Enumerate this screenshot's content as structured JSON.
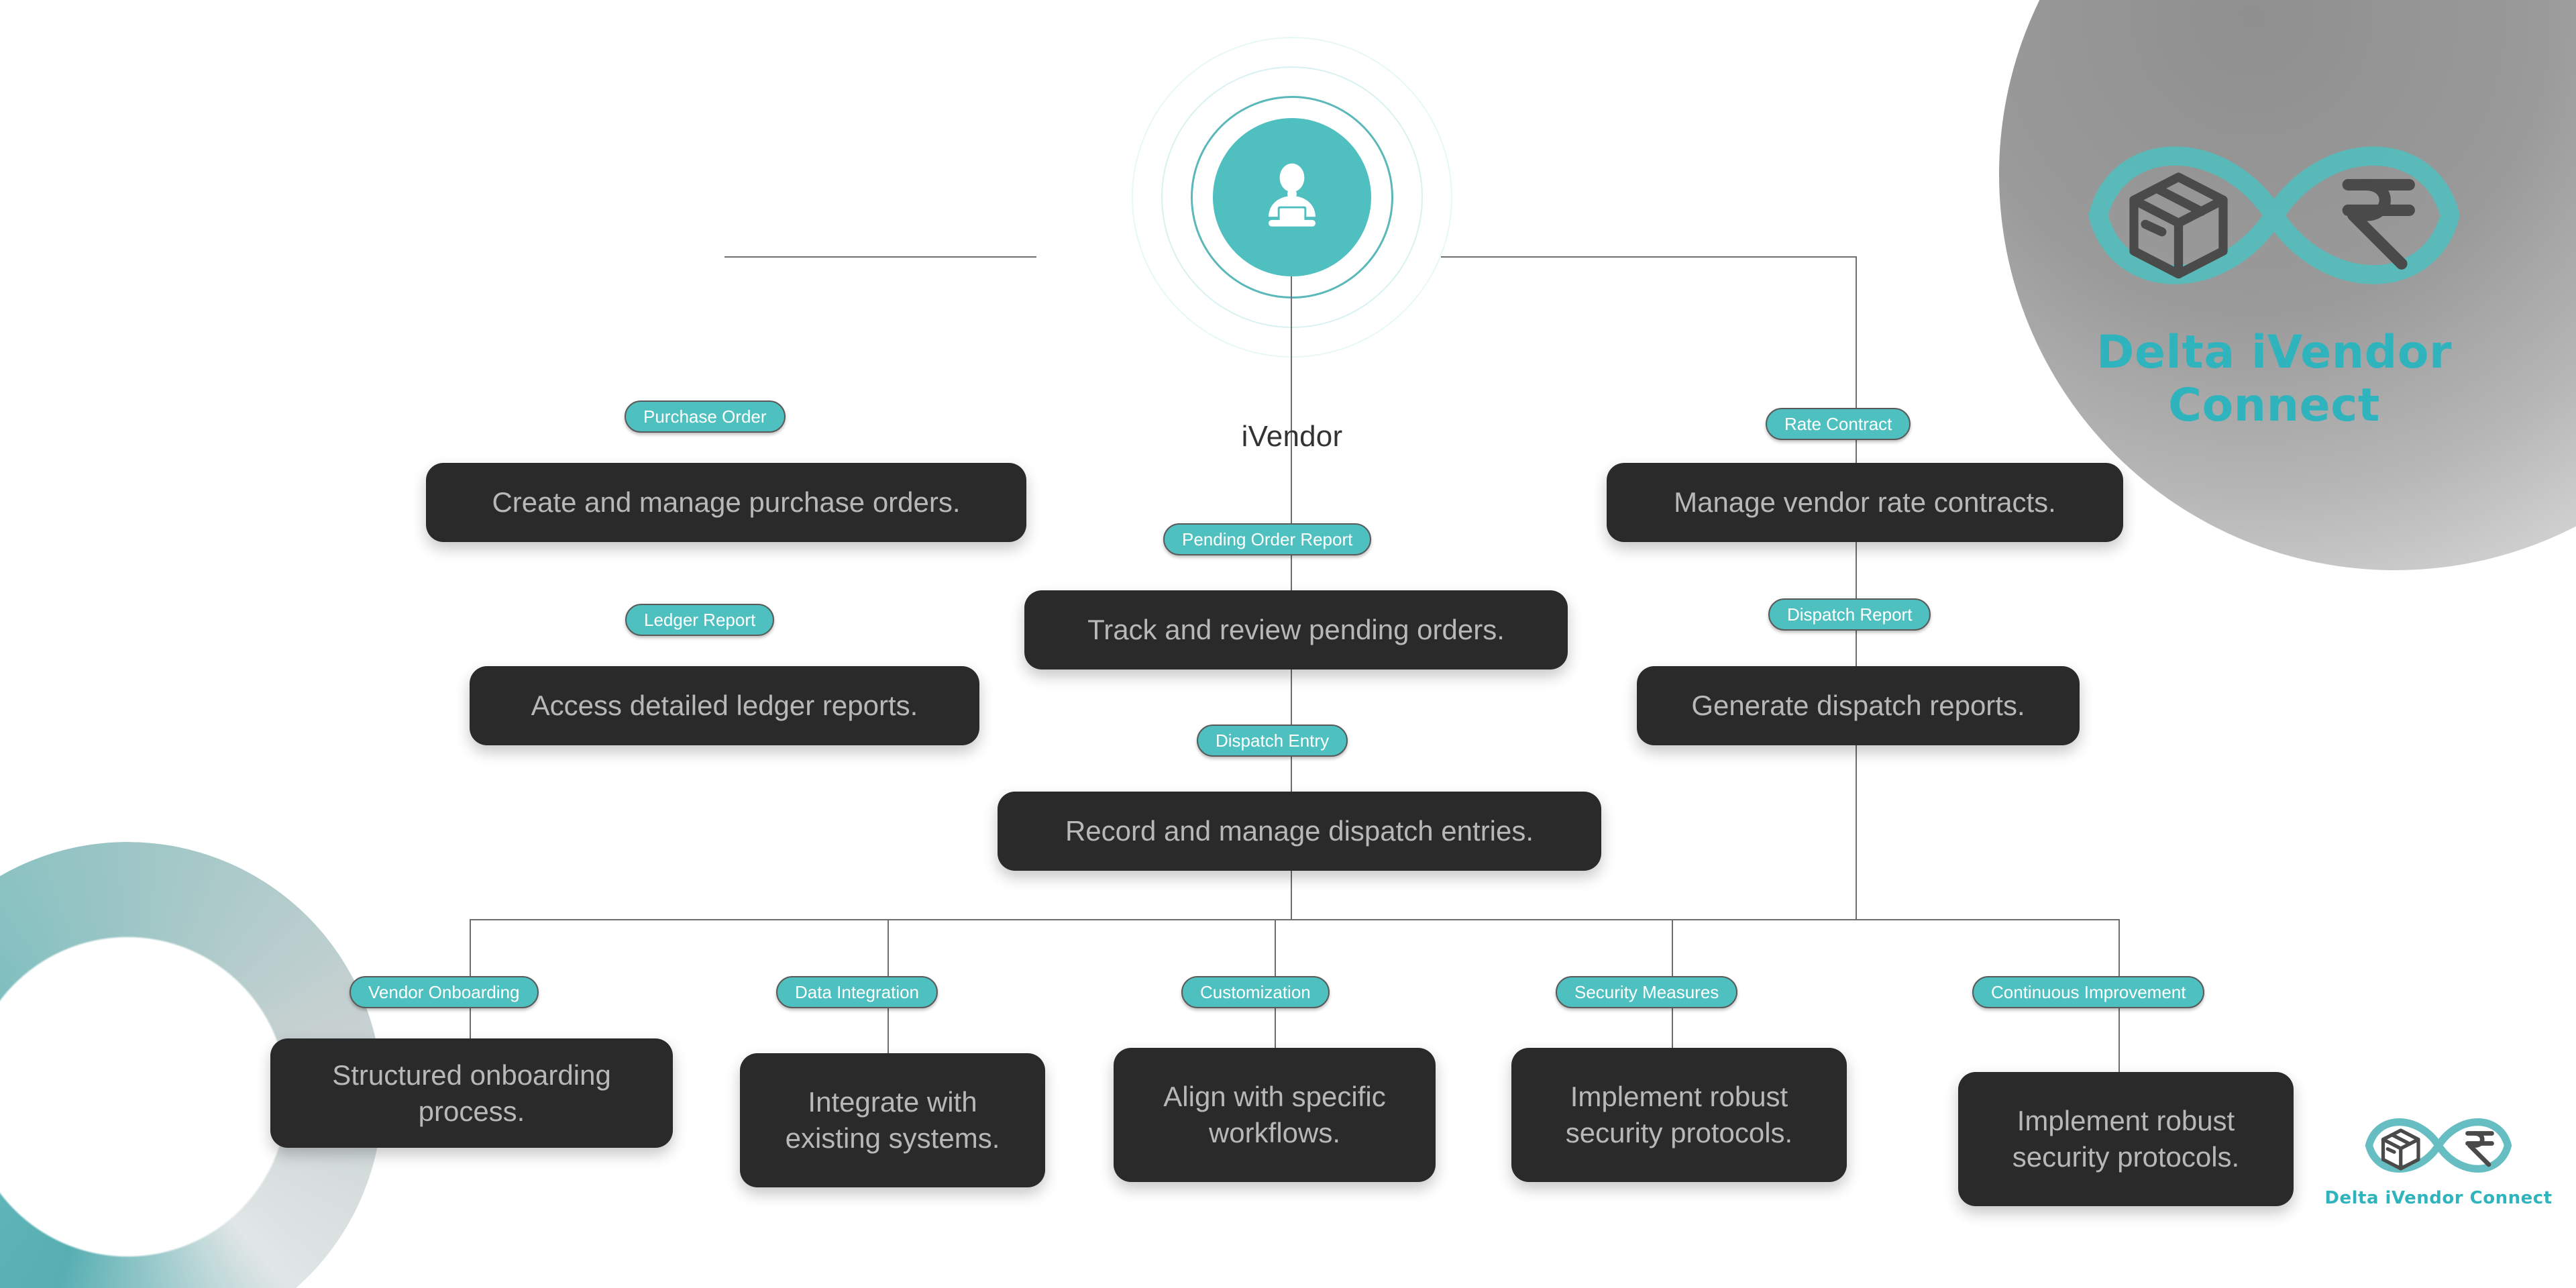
{
  "hub": {
    "title": "iVendor",
    "icon": "vendor-desk-icon",
    "color": "#4fbfc0"
  },
  "brand": {
    "name": "Delta iVendor Connect",
    "mark_icons": [
      "package-box-icon",
      "rupee-icon",
      "infinity-icon"
    ],
    "accent_color": "#2fb4bd"
  },
  "theme": {
    "pill_bg": "#4fc0c0",
    "card_bg": "#2a2a2a",
    "card_text": "#b8b8b8",
    "line": "#6e6e6e",
    "page_bg": "#ffffff"
  },
  "branches": {
    "left": [
      {
        "label": "Purchase Order",
        "description": "Create and manage purchase orders."
      },
      {
        "label": "Ledger Report",
        "description": "Access detailed ledger reports."
      }
    ],
    "center": [
      {
        "label": "Pending Order Report",
        "description": "Track and review pending orders."
      },
      {
        "label": "Dispatch Entry",
        "description": "Record and manage dispatch entries."
      }
    ],
    "right": [
      {
        "label": "Rate Contract",
        "description": "Manage vendor rate contracts."
      },
      {
        "label": "Dispatch Report",
        "description": "Generate dispatch reports."
      }
    ],
    "bottom": [
      {
        "label": "Vendor Onboarding",
        "description": "Structured onboarding process."
      },
      {
        "label": "Data Integration",
        "description": "Integrate with existing systems."
      },
      {
        "label": "Customization",
        "description": "Align with specific workflows."
      },
      {
        "label": "Security Measures",
        "description": "Implement robust security protocols."
      },
      {
        "label": "Continuous Improvement",
        "description": "Implement robust security protocols."
      }
    ]
  }
}
